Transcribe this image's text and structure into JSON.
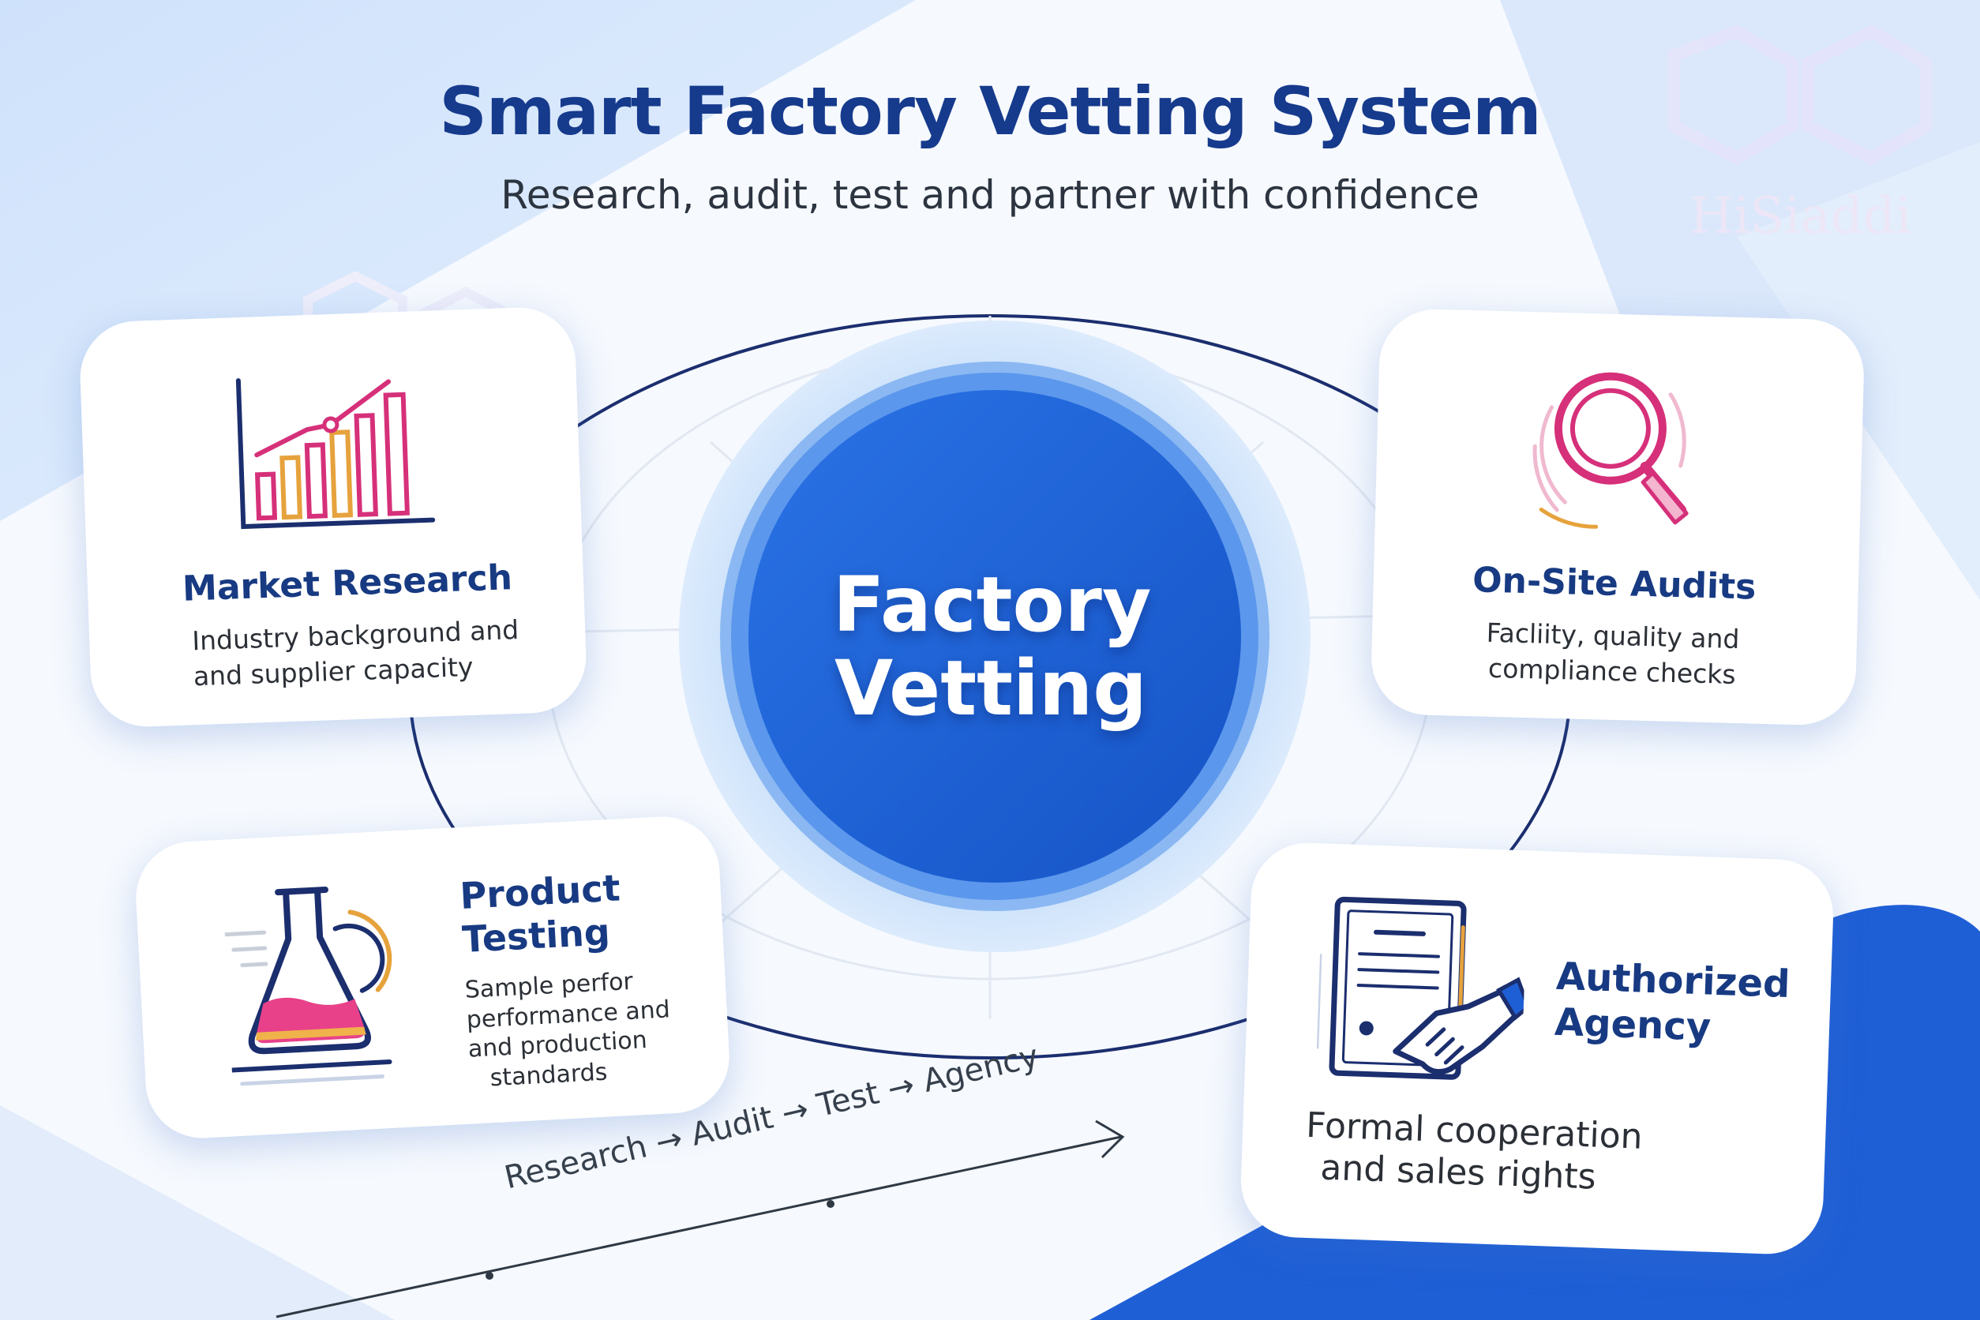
{
  "header": {
    "title": "Smart Factory Vetting System",
    "subtitle": "Research, audit, test and partner with confidence"
  },
  "center": {
    "line1": "Factory",
    "line2": "Vetting"
  },
  "cards": {
    "market_research": {
      "title": "Market Research",
      "desc_line1": "Industry background and",
      "desc_line2": "and supplier capacity",
      "icon": "bar-chart-trend-icon"
    },
    "onsite_audits": {
      "title": "On-Site Audits",
      "desc_line1": "Facliity, quality and",
      "desc_line2": "compliance checks",
      "icon": "magnifier-icon"
    },
    "product_testing": {
      "title_line1": "Product",
      "title_line2": "Testing",
      "desc_line1": "Sample perfor",
      "desc_line2": "performance and",
      "desc_line3": "and production",
      "desc_line4": "standards",
      "icon": "flask-icon"
    },
    "authorized_agency": {
      "title_line1": "Authorized",
      "title_line2": "Agency",
      "desc_line1": "Formal cooperation",
      "desc_line2": "and sales rights",
      "icon": "contract-handshake-icon"
    }
  },
  "flow": {
    "text": "Research → Audit → Test → Agency"
  },
  "watermark": {
    "text": "HiSiaddi"
  },
  "colors": {
    "title": "#163a8c",
    "card_title": "#173a82",
    "center_blue": "#1e5fd8",
    "accent_pink": "#d6307a",
    "accent_orange": "#e6a23c",
    "navy_stroke": "#1b2e6e"
  }
}
